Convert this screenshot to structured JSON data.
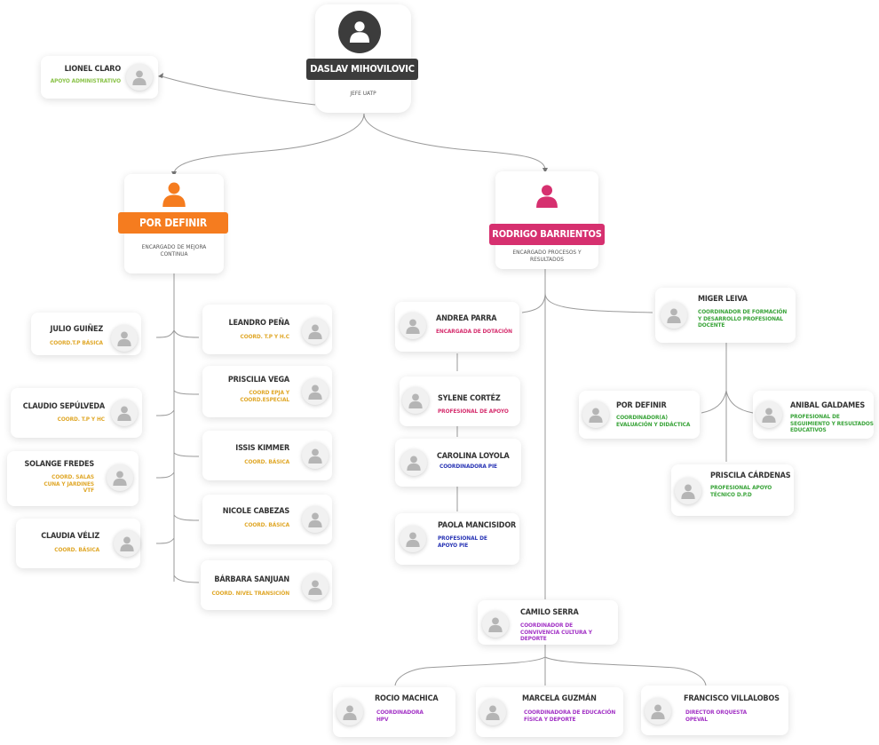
{
  "top": {
    "name": "DASLAV MIHOVILOVIC",
    "role": "JEFE UATP"
  },
  "assistant": {
    "name": "LIONEL CLARO",
    "role": "APOYO ADMINISTRATIVO"
  },
  "left_head": {
    "name": "POR DEFINIR",
    "role": "ENCARGADO DE MEJORA CONTINUA"
  },
  "right_head": {
    "name": "RODRIGO BARRIENTOS",
    "role": "ENCARGADO PROCESOS Y RESULTADOS"
  },
  "left_col_a": [
    {
      "name": "JULIO GUIÑEZ",
      "role": "COORD.T.P BÁSICA"
    },
    {
      "name": "CLAUDIO SEPÚLVEDA",
      "role": "COORD. T.P Y HC"
    },
    {
      "name": "SOLANGE FREDES",
      "role": "COORD. SALAS CUNA Y JARDINES VTF"
    },
    {
      "name": "CLAUDIA VÉLIZ",
      "role": "COORD. BÁSICA"
    }
  ],
  "left_col_b": [
    {
      "name": "LEANDRO PEÑA",
      "role": "COORD. T.P Y H.C"
    },
    {
      "name": "PRISCILIA VEGA",
      "role": "COORD EPJA Y COORD.ESPECIAL"
    },
    {
      "name": "ISSIS KIMMER",
      "role": "COORD. BÁSICA"
    },
    {
      "name": "NICOLE CABEZAS",
      "role": "COORD. BÁSICA"
    },
    {
      "name": "BÁRBARA SANJUAN",
      "role": "COORD. NIVEL TRANSICIÓN"
    }
  ],
  "mid_col": [
    {
      "name": "ANDREA PARRA",
      "role": "ENCARGADA DE DOTACIÓN"
    },
    {
      "name": "SYLENE CORTÉZ",
      "role": "PROFESIONAL DE APOYO"
    },
    {
      "name": "CAROLINA LOYOLA",
      "role": "COORDINADORA PIE"
    },
    {
      "name": "PAOLA MANCISIDOR",
      "role": "PROFESIONAL DE APOYO PIE"
    }
  ],
  "miger": {
    "name": "MIGER LEIVA",
    "role": "COORDINADOR DE FORMACIÓN Y DESARROLLO PROFESIONAL DOCENTE"
  },
  "miger_team": [
    {
      "name": "POR DEFINIR",
      "role": "COORDINADOR(A) EVALUACIÓN Y DIDÁCTICA"
    },
    {
      "name": "ANIBAL GALDAMES",
      "role": "PROFESIONAL DE SEGUIMIENTO Y RESULTADOS EDUCATIVOS"
    },
    {
      "name": "PRISCILA CÁRDENAS",
      "role": "PROFESIONAL APOYO TÉCNICO D.P.D"
    }
  ],
  "camilo": {
    "name": "CAMILO SERRA",
    "role": "COORDINADOR DE CONVIVENCIA CULTURA Y DEPORTE"
  },
  "camilo_team": [
    {
      "name": "ROCIO MACHICA",
      "role": "COORDINADORA HPV"
    },
    {
      "name": "MARCELA GUZMÁN",
      "role": "COORDINADORA DE EDUCACIÓN FÍSICA Y DEPORTE"
    },
    {
      "name": "FRANCISCO VILLALOBOS",
      "role": "DIRECTOR ORQUESTA OPEVAL"
    }
  ],
  "colors": {
    "orange": "#f57c1f",
    "pink": "#d6306f",
    "dark": "#3c3c3c"
  }
}
